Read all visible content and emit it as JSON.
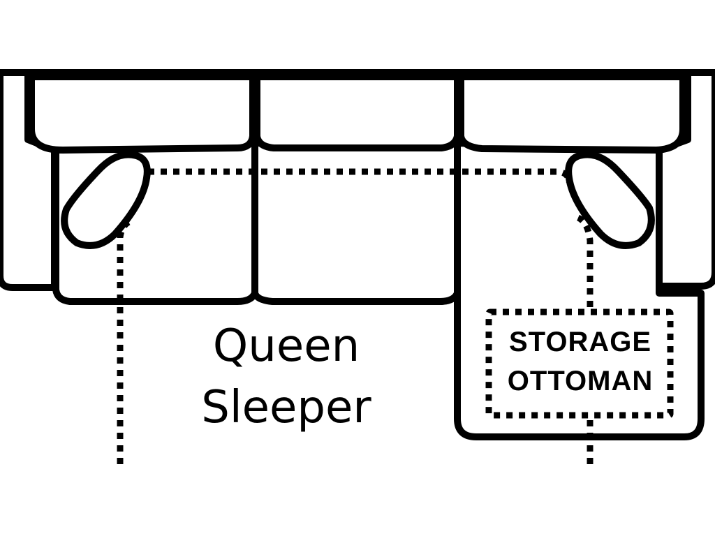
{
  "labels": {
    "sleeper_line1": "Queen",
    "sleeper_line2": "Sleeper",
    "ottoman_line1": "STORAGE",
    "ottoman_line2": "OTTOMAN"
  },
  "colors": {
    "stroke": "#000000",
    "background": "#ffffff"
  }
}
